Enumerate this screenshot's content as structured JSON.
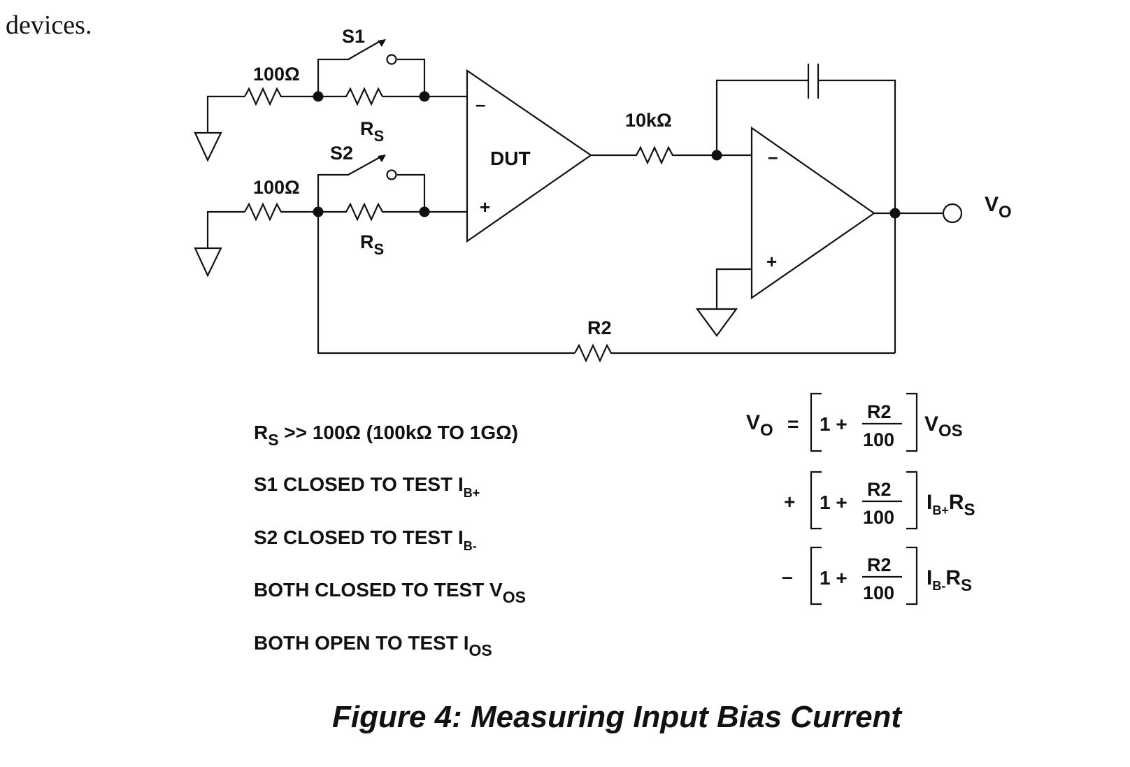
{
  "intro_fragment": "devices.",
  "circuit": {
    "s1": "S1",
    "s2": "S2",
    "r100_top": "100Ω",
    "r100_bot": "100Ω",
    "rs_main": "R",
    "rs_sub": "S",
    "dut": "DUT",
    "minus": "–",
    "plus": "+",
    "r10k": "10kΩ",
    "r2": "R2",
    "vo_main": "V",
    "vo_sub": "O"
  },
  "notes": {
    "line1_main": "R",
    "line1_sub": "S",
    "line1_rest": " >> 100Ω   (100kΩ TO 1GΩ)",
    "line2_main": "S1 CLOSED TO TEST I",
    "line2_sub": "B+",
    "line3_main": "S2 CLOSED TO TEST I",
    "line3_sub": "B-",
    "line4_main": "BOTH CLOSED TO TEST V",
    "line4_sub": "OS",
    "line5_main": "BOTH OPEN TO TEST I",
    "line5_sub": "OS"
  },
  "equation": {
    "lhs_main": "V",
    "lhs_sub": "O",
    "equals": "=",
    "one_plus": "1 +",
    "frac_num": "R2",
    "frac_den": "100",
    "term1_main": "V",
    "term1_sub": "OS",
    "op2": "+",
    "term2_a": "I",
    "term2_a_sub": "B+",
    "term2_b": "R",
    "term2_b_sub": "S",
    "op3": "–",
    "term3_a": "I",
    "term3_a_sub": "B-",
    "term3_b": "R",
    "term3_b_sub": "S"
  },
  "caption": "Figure 4: Measuring Input Bias Current"
}
